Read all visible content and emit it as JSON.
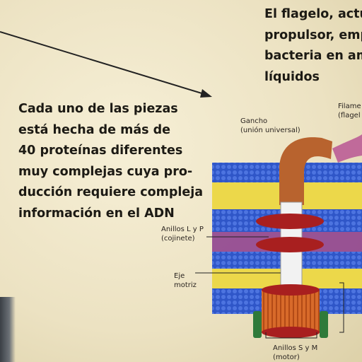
{
  "left_note": {
    "lines": [
      "Cada uno de las piezas",
      "está hecha de más de",
      "40 proteínas diferentes",
      "muy complejas cuya pro-",
      "ducción requiere compleja",
      "información en el ADN"
    ]
  },
  "top_note": {
    "lines": [
      "El flagelo, actú",
      "propulsor, emp",
      "bacteria en am",
      "líquidos"
    ]
  },
  "labels": {
    "gancho": [
      "Gancho",
      "(unión universal)"
    ],
    "filamento": [
      "Filame",
      "(flagel"
    ],
    "anillos_lp": [
      "Anillos L y P",
      "(cojinete)"
    ],
    "eje": [
      "Eje",
      "motriz"
    ],
    "anillos_sm": [
      "Anillos S y M",
      "(motor)"
    ]
  },
  "colors": {
    "background": "#efe6c9",
    "membrane_blue": "#2f56c8",
    "membrane_yellow": "#ecd84a",
    "membrane_purple": "#8a3a8c",
    "hook": "#b8632e",
    "filament": "#c06a9a",
    "rings": "#a81f1f",
    "motor": "#d86a2a",
    "shaft": "#f2f2f2",
    "stator": "#2f7a3a"
  }
}
